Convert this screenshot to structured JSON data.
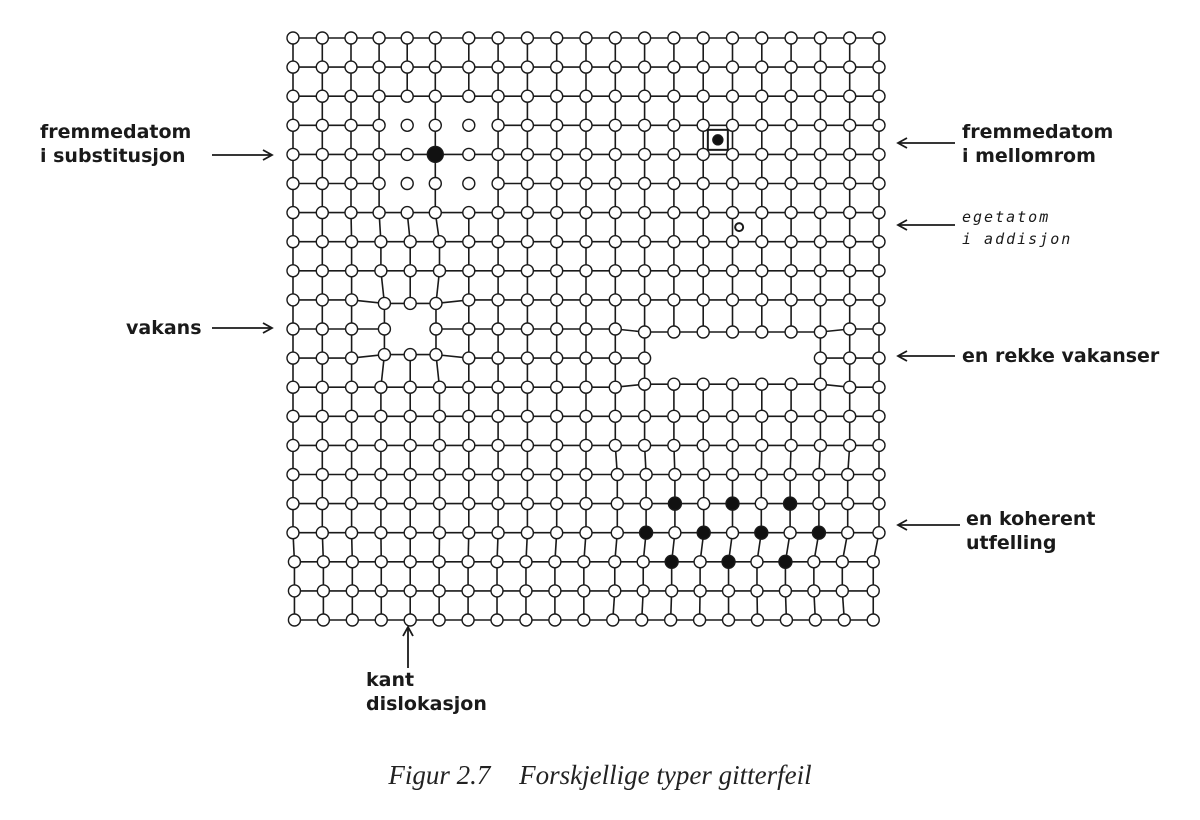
{
  "labels": {
    "substitution": [
      "fremmedatom",
      "i substitusjon"
    ],
    "interstitial": [
      "fremmedatom",
      "i mellomrom"
    ],
    "self_interstitial": [
      "egetatom",
      "i addisjon"
    ],
    "vacancy": "vakans",
    "vacancy_row": "en rekke vakanser",
    "coherent_precipitate": [
      "en koherent",
      "utfelling"
    ],
    "edge_dislocation": [
      "kant",
      "dislokasjon"
    ]
  },
  "caption": {
    "number": "Figur 2.7",
    "text": "Forskjellige typer gitterfeil"
  },
  "colors": {
    "ink": "#1a1a1a",
    "atom_fill": "#ffffff",
    "foreign_atom_fill": "#111111"
  }
}
